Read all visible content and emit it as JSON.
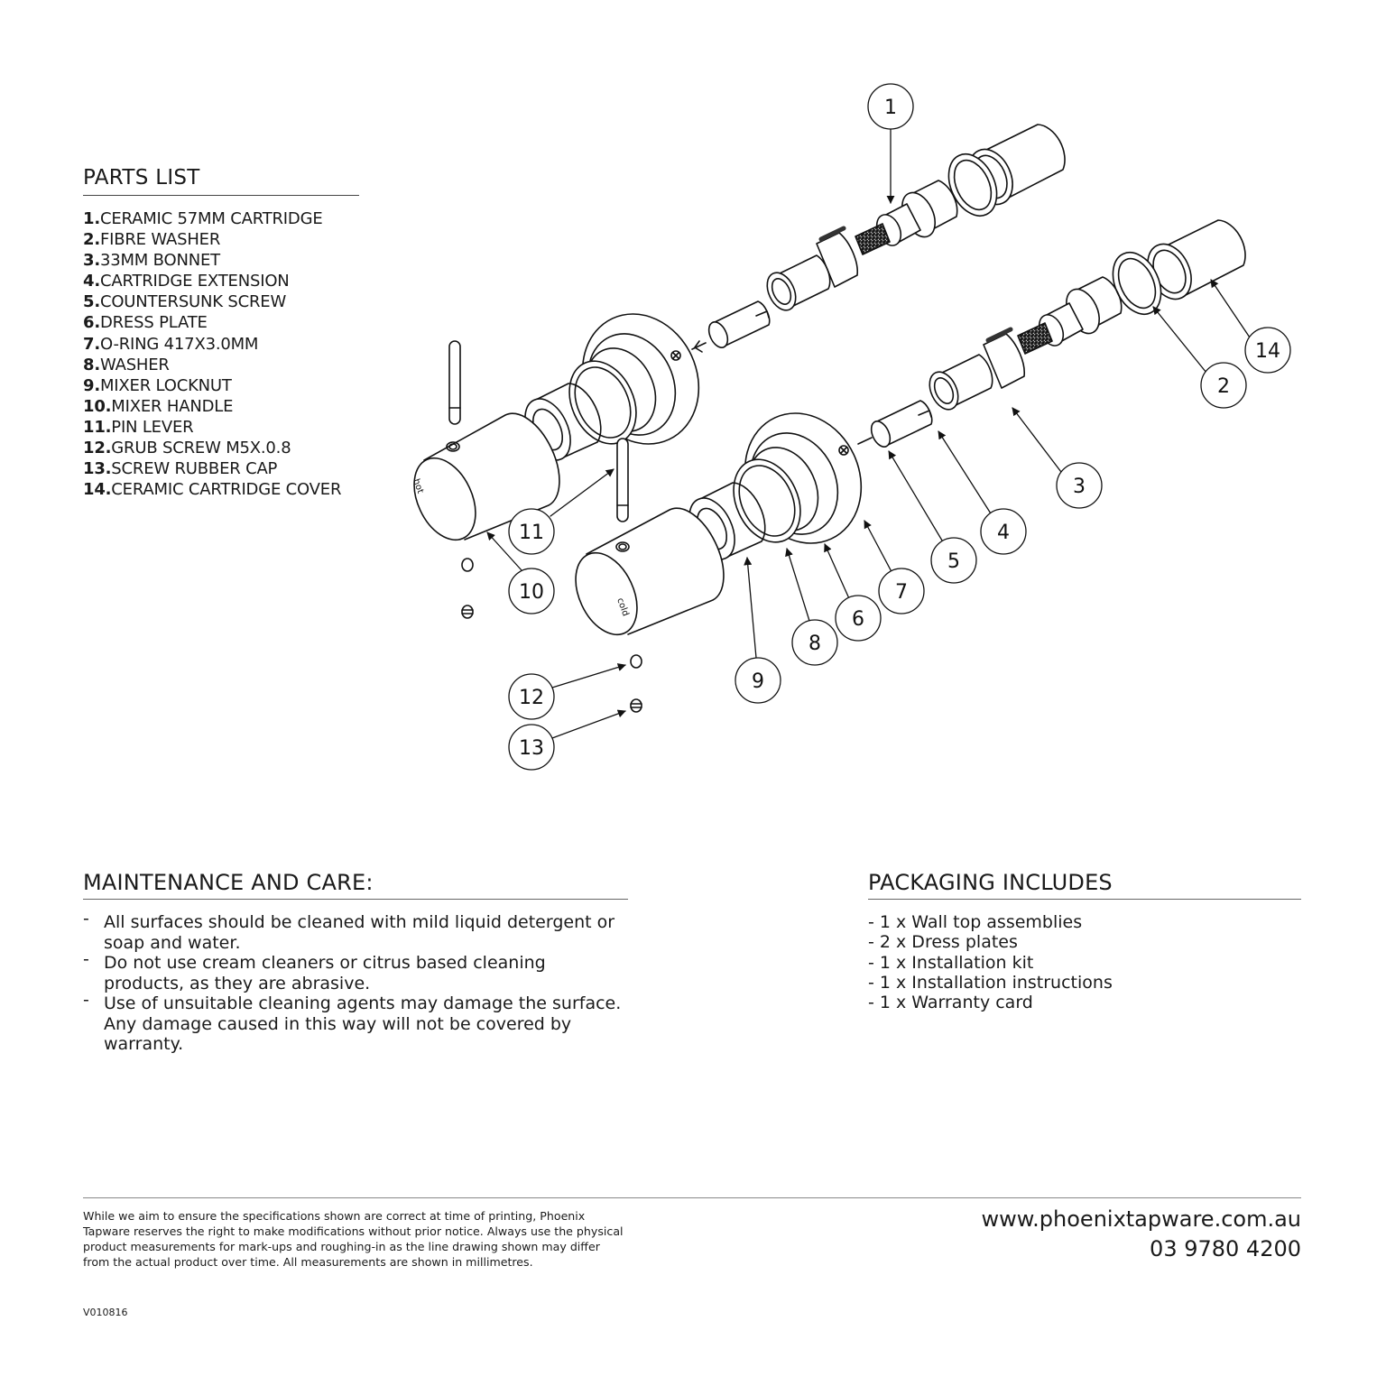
{
  "parts_list": {
    "title": "PARTS LIST",
    "items": [
      {
        "num": "1.",
        "label": "CERAMIC 57MM CARTRIDGE"
      },
      {
        "num": "2.",
        "label": "FIBRE WASHER"
      },
      {
        "num": "3.",
        "label": "33MM BONNET"
      },
      {
        "num": "4.",
        "label": "CARTRIDGE EXTENSION"
      },
      {
        "num": "5.",
        "label": "COUNTERSUNK SCREW"
      },
      {
        "num": "6.",
        "label": "DRESS PLATE"
      },
      {
        "num": "7.",
        "label": "O-RING 417X3.0MM"
      },
      {
        "num": "8.",
        "label": "WASHER"
      },
      {
        "num": "9.",
        "label": "MIXER LOCKNUT"
      },
      {
        "num": "10.",
        "label": "MIXER HANDLE"
      },
      {
        "num": "11.",
        "label": "PIN LEVER"
      },
      {
        "num": "12.",
        "label": "GRUB SCREW M5X.0.8"
      },
      {
        "num": "13.",
        "label": "SCREW RUBBER CAP"
      },
      {
        "num": "14.",
        "label": "CERAMIC CARTRIDGE COVER"
      }
    ]
  },
  "diagram": {
    "callouts": [
      "1",
      "2",
      "3",
      "4",
      "5",
      "6",
      "7",
      "8",
      "9",
      "10",
      "11",
      "12",
      "13",
      "14"
    ],
    "handle_labels": {
      "hot": "hot",
      "cold": "cold"
    }
  },
  "maintenance": {
    "title": "MAINTENANCE AND CARE:",
    "items": [
      "All surfaces should be cleaned with mild liquid detergent or soap and water.",
      "Do not use cream cleaners or citrus based cleaning products, as they are abrasive.",
      "Use of unsuitable cleaning agents may damage the surface. Any damage caused in this way will not be covered by warranty."
    ]
  },
  "packaging": {
    "title": "PACKAGING INCLUDES",
    "items": [
      "- 1 x Wall top assemblies",
      "- 2 x Dress plates",
      "- 1 x Installation kit",
      "- 1 x Installation instructions",
      "- 1 x Warranty card"
    ]
  },
  "footer": {
    "disclaimer": "While we aim to ensure the specifications shown are correct at time of printing, Phoenix Tapware reserves the right to make modifications without prior notice. Always use the physical product measurements for mark-ups and roughing-in as the line drawing shown may differ from the actual product over time. All measurements are shown in millimetres.",
    "website": "www.phoenixtapware.com.au",
    "phone": "03 9780 4200",
    "version": "V010816"
  }
}
